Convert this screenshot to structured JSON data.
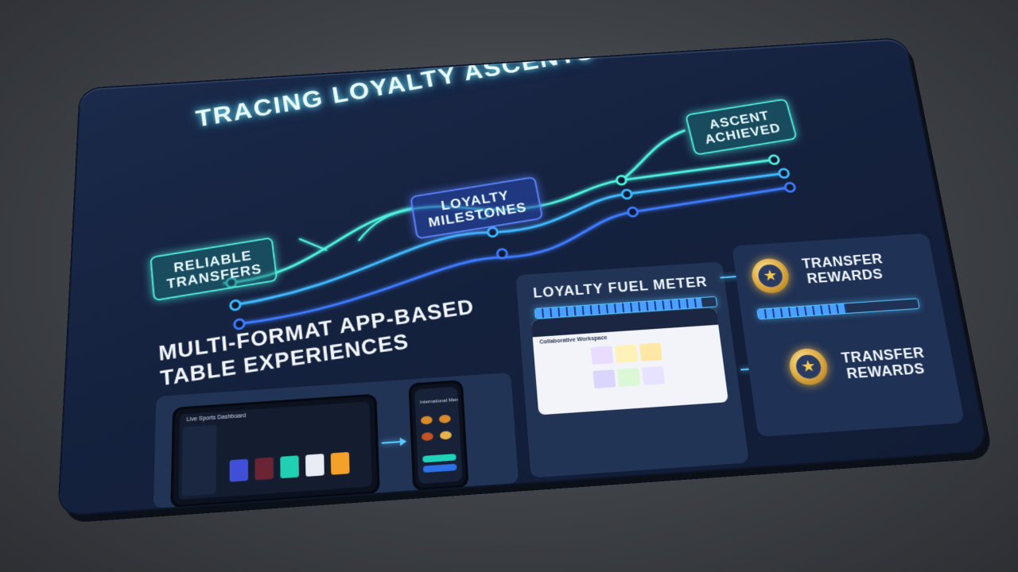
{
  "title": "TRACING LOYALTY ASCENTS",
  "tags": {
    "reliable_transfers": [
      "RELIABLE",
      "TRANSFERS"
    ],
    "loyalty_milestones": [
      "LOYALTY",
      "MILESTONES"
    ],
    "ascent_achieved": [
      "ASCENT",
      "ACHIEVED"
    ]
  },
  "section": {
    "title_lines": [
      "MULTI-FORMAT APP-BASED",
      "TABLE EXPERIENCES"
    ]
  },
  "tablet": {
    "header": "Live Sports Dashboard"
  },
  "phone": {
    "title": "International Menu"
  },
  "fuel_meter": {
    "label": "LOYALTY FUEL METER",
    "level": 0.92
  },
  "workspace": {
    "label": "Collaborative Workspace"
  },
  "rewards": {
    "top": {
      "label": [
        "TRANSFER",
        "REWARDS"
      ],
      "level": 0.55
    },
    "bottom": {
      "label": [
        "TRANSFER",
        "REWARDS"
      ]
    }
  },
  "colors": {
    "teal": "#4ff0e0",
    "blue": "#5d86ff",
    "gold": "#e1b14a",
    "board": "#16233f"
  },
  "icons": {
    "medal": "star-medal-icon"
  }
}
